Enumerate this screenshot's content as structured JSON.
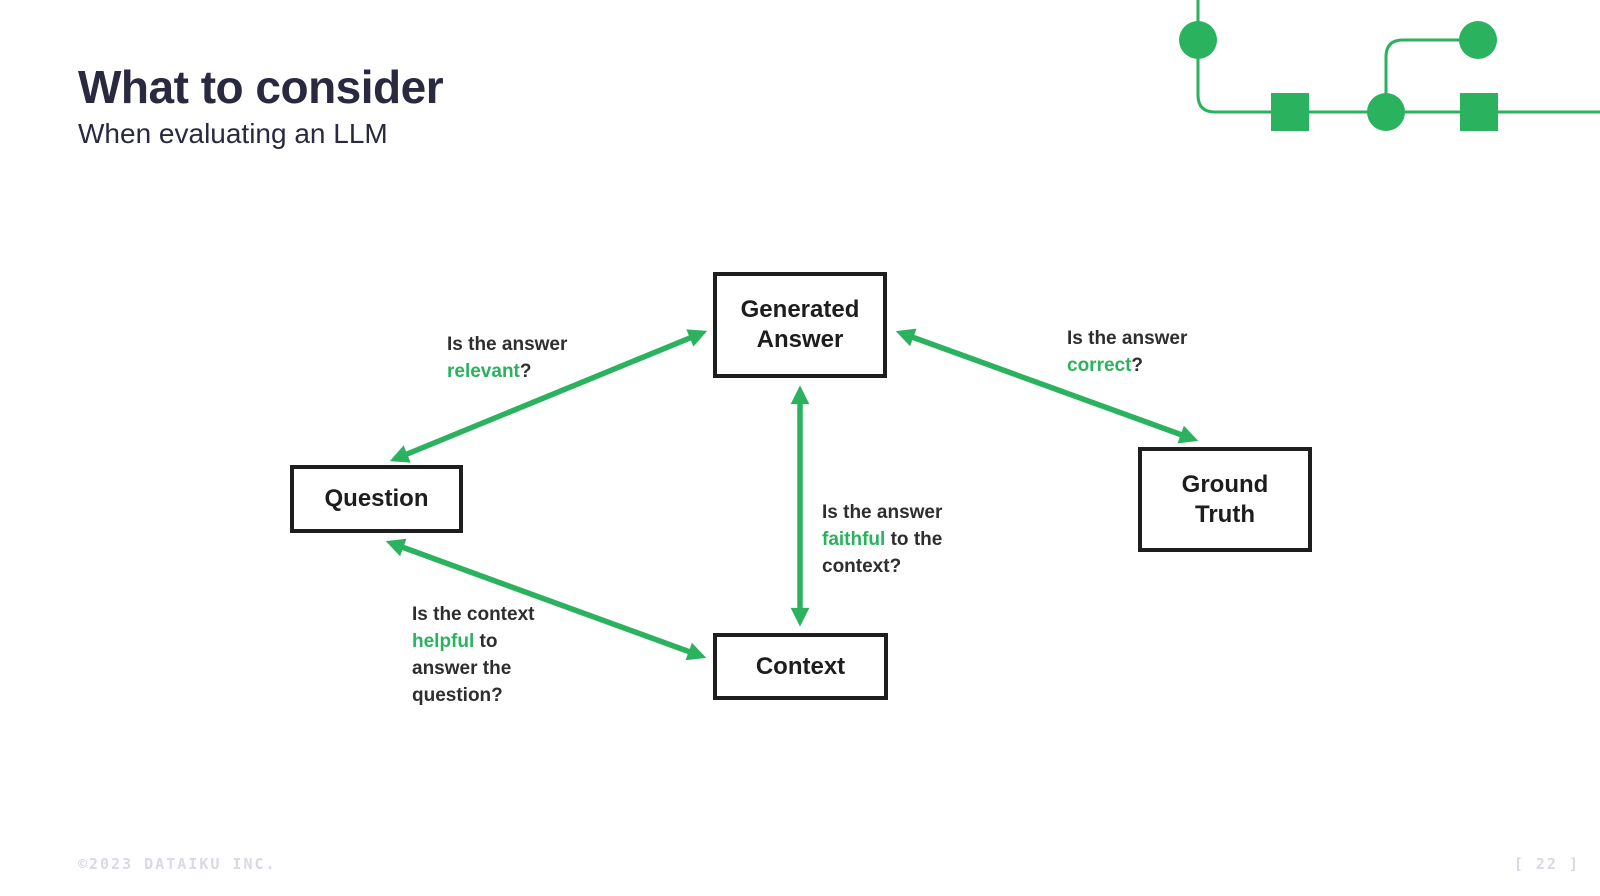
{
  "slide": {
    "title": "What to consider",
    "subtitle": "When evaluating an LLM",
    "footer_left": "©2023 DATAIKU INC.",
    "footer_right": "[ 22 ]"
  },
  "colors": {
    "accent_green": "#2bb25f",
    "title_navy": "#29293f",
    "box_border": "#1e1e1e",
    "label_text": "#2e2e2e",
    "footer_gray": "#d8dae3"
  },
  "decoration": {
    "name": "flow-pipeline-graphic",
    "shapes": "three circles, two squares connected by green lines"
  },
  "diagram": {
    "nodes": {
      "generated_answer": {
        "line1": "Generated",
        "line2": "Answer"
      },
      "question": {
        "line1": "Question"
      },
      "context": {
        "line1": "Context"
      },
      "ground_truth": {
        "line1": "Ground",
        "line2": "Truth"
      }
    },
    "edge_labels": {
      "relevant": {
        "line1": "Is the answer",
        "keyword": "relevant",
        "after": "?"
      },
      "correct": {
        "line1": "Is the answer",
        "keyword": "correct",
        "after": "?"
      },
      "faithful": {
        "line1": "Is the answer",
        "keyword": "faithful",
        "after": " to the",
        "line3": "context?"
      },
      "helpful": {
        "line1": "Is the context",
        "keyword": "helpful",
        "after": " to",
        "line3": "answer the",
        "line4": "question?"
      }
    },
    "edges": [
      {
        "from": "question",
        "to": "generated_answer",
        "label": "Is the answer relevant?",
        "bidirectional": true
      },
      {
        "from": "ground_truth",
        "to": "generated_answer",
        "label": "Is the answer correct?",
        "bidirectional": true
      },
      {
        "from": "context",
        "to": "generated_answer",
        "label": "Is the answer faithful to the context?",
        "bidirectional": true
      },
      {
        "from": "question",
        "to": "context",
        "label": "Is the context helpful to answer the question?",
        "bidirectional": true
      }
    ]
  }
}
